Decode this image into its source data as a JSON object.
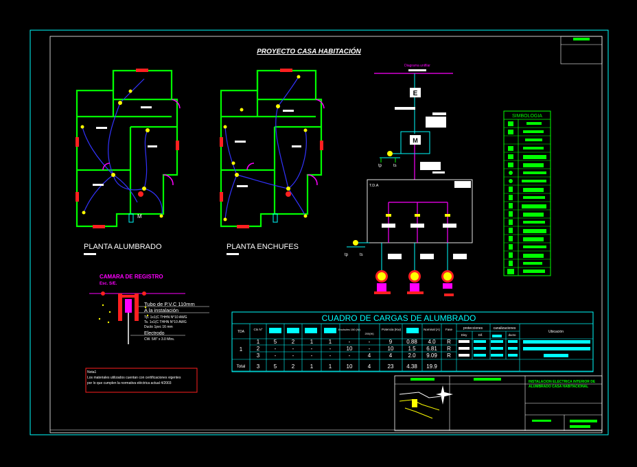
{
  "title": "PROYECTO CASA HABITACIÓN",
  "plan_left_label": "PLANTA ALUMBRADO",
  "plan_right_label": "PLANTA ENCHUFES",
  "diagram": {
    "title": "Diagrama unifilar",
    "meter_label": "E",
    "main_label": "M",
    "tda_label": "T.D.A",
    "ground_a": "tp",
    "ground_b": "ts"
  },
  "simbologia": {
    "title": "SIMBOLOGIA"
  },
  "camara": {
    "title": "CAMARA DE REGISTRO",
    "scale": "Esc. S/E.",
    "tube": "Tubo de P.V.C 110mm",
    "install": "A la instalación",
    "spec1": "Tp. 1x1(C THHN N°10 AWG",
    "spec2": "Ts. 1x1(C THHN N°10 AWG",
    "spec3": "Ducto 1pvc 16 mm",
    "electrodo": "Electrodo",
    "electrodo_spec": "CW. 5/8\" x 3.0 Mtrs."
  },
  "note": {
    "title": "Nota1",
    "line1": "Los materiales utilizados cuentan con certificaciones vigentes",
    "line2": "por lo que cumplen la normativa eléctrica actual 4/2003"
  },
  "table": {
    "title": "CUADRO DE CARGAS DE ALUMBRADO",
    "headers": {
      "tda": "TDA",
      "ctos": "Cts N°",
      "enchufes": "Enchufes 150 (W)",
      "w2": "200(W)",
      "potencia": "Potencia (Kw)",
      "nominal": "Nominal (A)",
      "fase": "Fase",
      "protecciones": "protecciones",
      "disy": "Disy",
      "dif": "Dif.",
      "canalizaciones": "canalizaciones",
      "ducto": "ducto",
      "ubicacion": "Ubicación"
    },
    "rows": [
      {
        "n": "1",
        "a": "5",
        "b": "2",
        "c": "1",
        "d": "1",
        "e": "-",
        "f": "-",
        "g": "9",
        "kw": "0.88",
        "amp": "4.0",
        "fase": "R"
      },
      {
        "n": "2",
        "a": "-",
        "b": "-",
        "c": "-",
        "d": "-",
        "e": "10",
        "f": "-",
        "g": "10",
        "kw": "1.5",
        "amp": "6.81",
        "fase": "R"
      },
      {
        "n": "3",
        "a": "-",
        "b": "-",
        "c": "-",
        "d": "-",
        "e": "-",
        "f": "4",
        "g": "4",
        "kw": "2.0",
        "amp": "9.09",
        "fase": "R"
      }
    ],
    "tda_value": "1",
    "total": {
      "label": "Total",
      "n": "3",
      "a": "5",
      "b": "2",
      "c": "1",
      "d": "1",
      "e": "10",
      "f": "4",
      "g": "23",
      "kw": "4.38",
      "amp": "19.9"
    }
  },
  "titleblock": {
    "line1": "INSTALACION ELECTRICA INTERIOR DE",
    "line2": "ALUMBRADO CASA HABITACIONAL"
  },
  "colors": {
    "border": "#00ffff",
    "walls": "#00ff00",
    "wiring": "#3333ff",
    "accent": "#ff00ff",
    "marker": "#ffff00",
    "window": "#ff2020"
  }
}
